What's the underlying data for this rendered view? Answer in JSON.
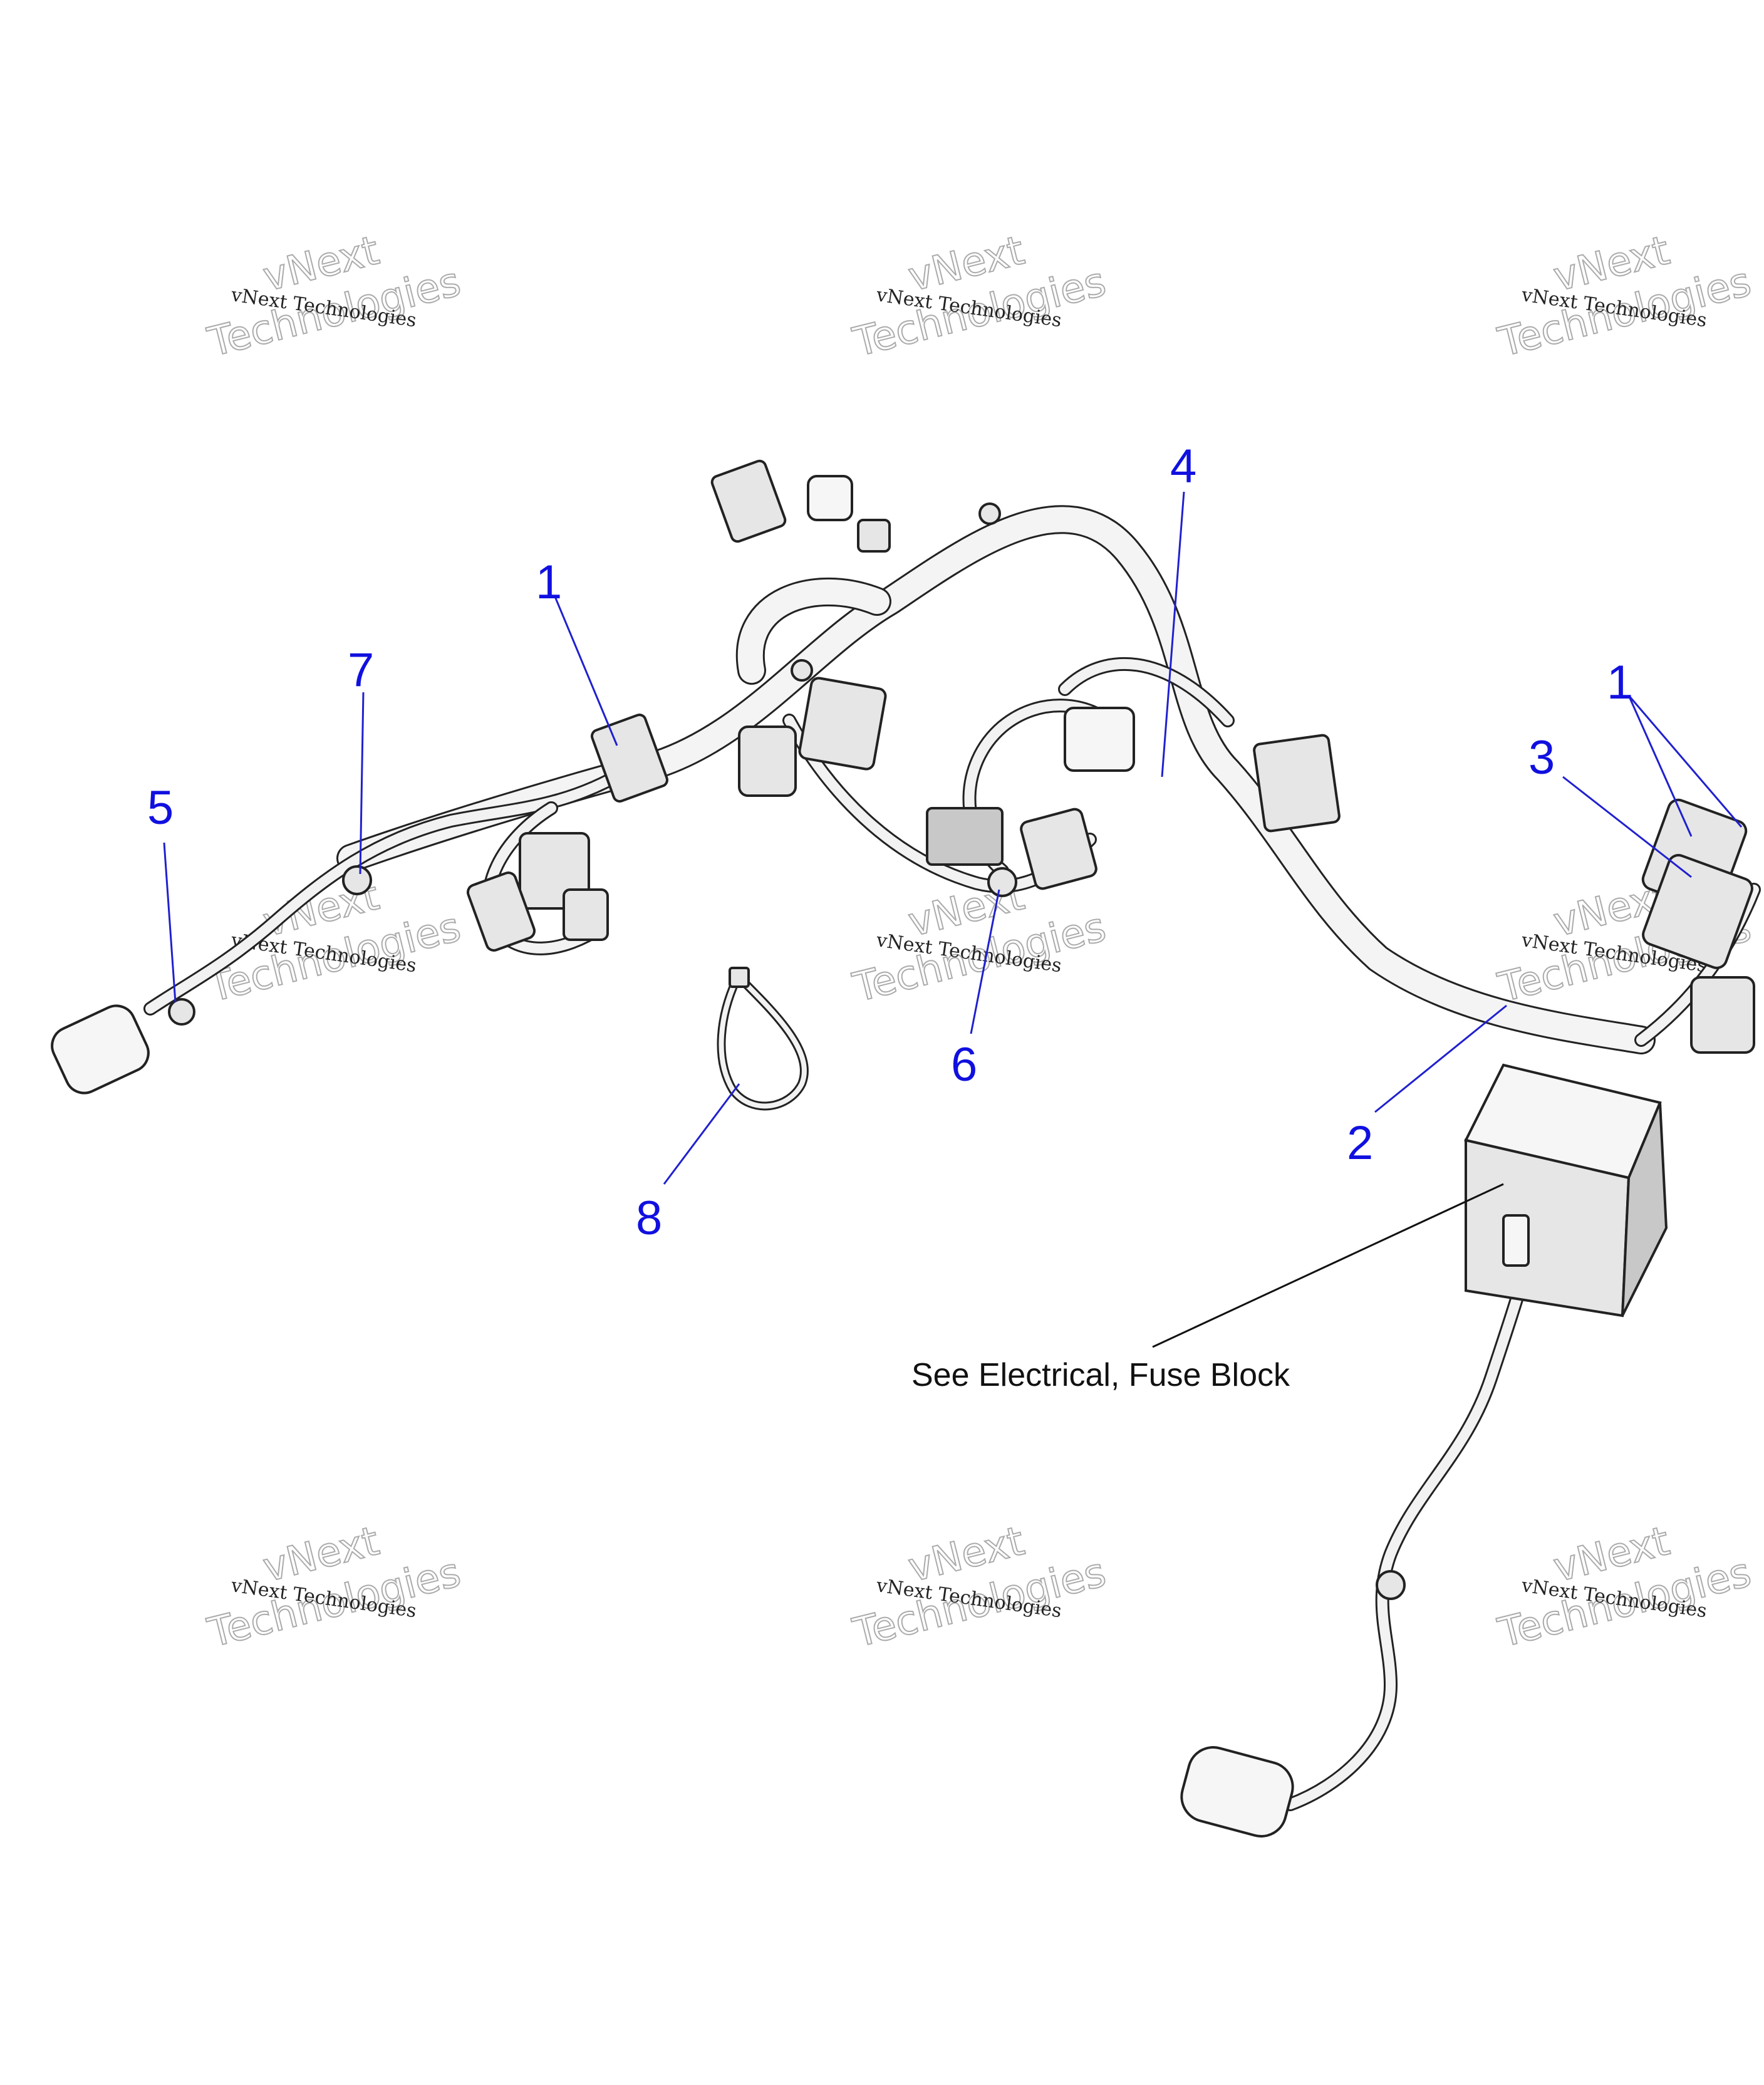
{
  "diagram": {
    "callouts": [
      {
        "id": "c1a",
        "label": "1"
      },
      {
        "id": "c1b",
        "label": "1"
      },
      {
        "id": "c2",
        "label": "2"
      },
      {
        "id": "c3",
        "label": "3"
      },
      {
        "id": "c4",
        "label": "4"
      },
      {
        "id": "c5",
        "label": "5"
      },
      {
        "id": "c6",
        "label": "6"
      },
      {
        "id": "c7",
        "label": "7"
      },
      {
        "id": "c8",
        "label": "8"
      }
    ],
    "note": "See Electrical, Fuse Block",
    "watermark": {
      "small": "vNext Technologies",
      "big_top": "vNext",
      "big_bottom": "Technologies"
    }
  },
  "colors": {
    "callout": "#1010e0",
    "leader": "#2020d0",
    "line_art": "#222222"
  }
}
